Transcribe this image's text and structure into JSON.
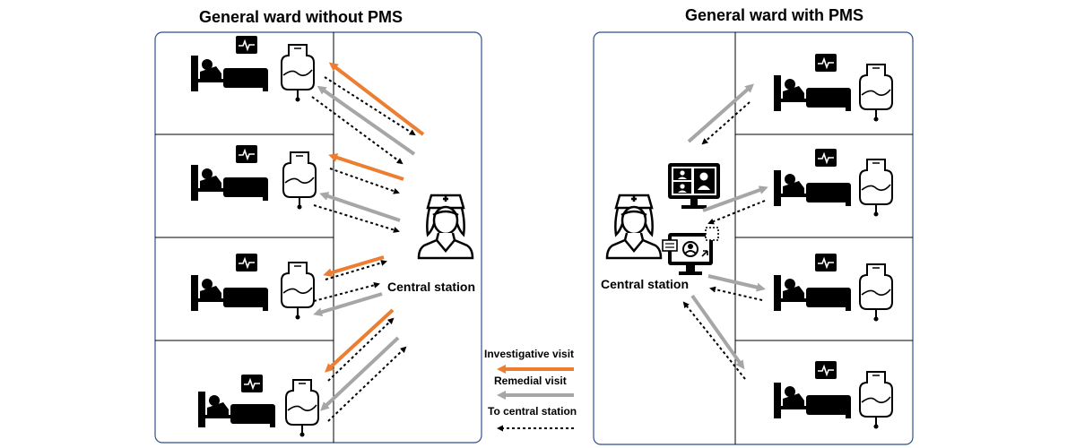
{
  "left_panel": {
    "title": "General ward without PMS",
    "station_label": "Central station"
  },
  "right_panel": {
    "title": "General ward with PMS",
    "station_label": "Central station"
  },
  "legend": {
    "investigative": "Investigative visit",
    "remedial": "Remedial visit",
    "to_station": "To central station"
  },
  "colors": {
    "investigative": "#ED7D31",
    "remedial": "#A6A6A6",
    "to_station": "#000000",
    "frame": "#2F4F8F"
  },
  "icons": [
    "bed-icon",
    "iv-bag-icon",
    "heart-monitor-icon",
    "nurse-icon",
    "video-call-monitor-icon",
    "remote-monitor-icon"
  ]
}
